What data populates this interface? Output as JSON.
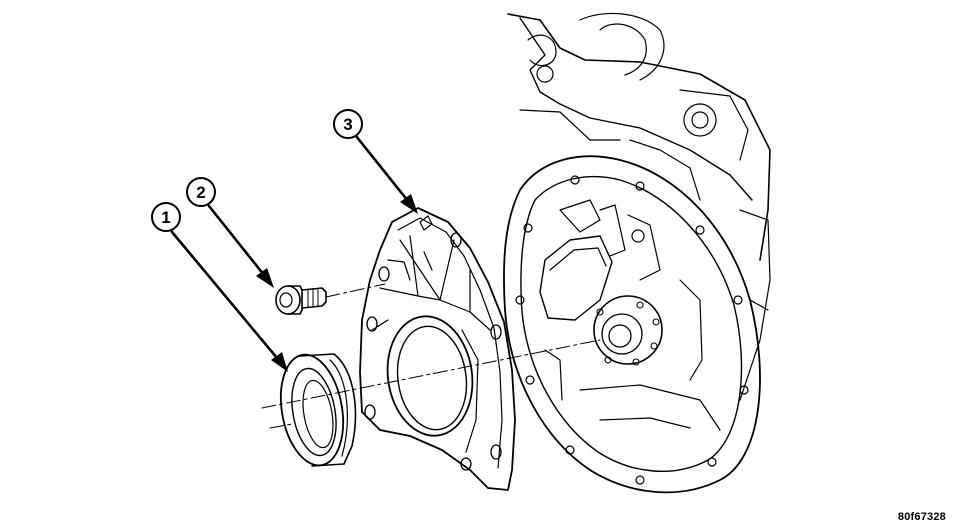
{
  "callouts": [
    {
      "number": "1",
      "part": "rear-crankshaft-seal"
    },
    {
      "number": "2",
      "part": "bolt"
    },
    {
      "number": "3",
      "part": "seal-retainer"
    }
  ],
  "figure_id": "80f67328",
  "colors": {
    "line": "#000000",
    "background": "#ffffff"
  }
}
